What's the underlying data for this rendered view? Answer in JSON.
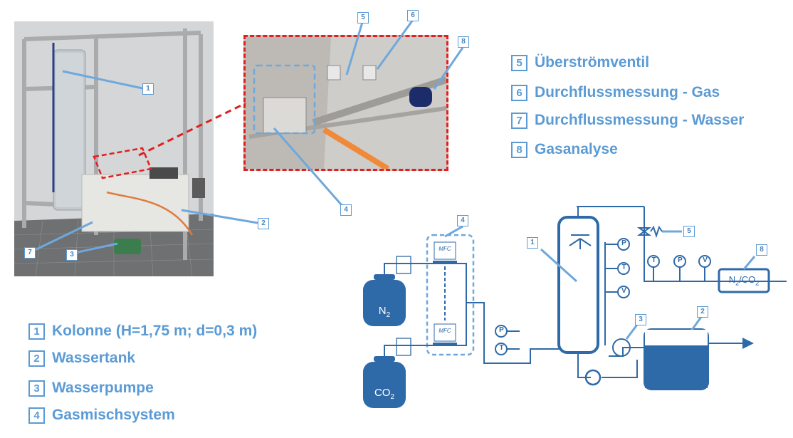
{
  "legend_right": [
    {
      "num": "5",
      "label": "Überströmventil"
    },
    {
      "num": "6",
      "label": "Durchflussmessung - Gas"
    },
    {
      "num": "7",
      "label": "Durchflussmessung - Wasser"
    },
    {
      "num": "8",
      "label": "Gasanalyse"
    }
  ],
  "legend_left": [
    {
      "num": "1",
      "label": "Kolonne (H=1,75 m; d=0,3 m)"
    },
    {
      "num": "2",
      "label": "Wassertank"
    },
    {
      "num": "3",
      "label": "Wasserpumpe"
    },
    {
      "num": "4",
      "label": "Gasmischsystem"
    }
  ],
  "schematic": {
    "mfc_label": "MFC",
    "gas1_label": "N",
    "gas1_sub": "2",
    "gas2_label": "CO",
    "gas2_sub": "2",
    "analyzer_label": "N",
    "analyzer_sub1": "2",
    "analyzer_slash": "/CO",
    "analyzer_sub2": "2",
    "sensor_p": "P",
    "sensor_t": "T",
    "sensor_v": "V"
  },
  "tags": {
    "t1": "1",
    "t2": "2",
    "t3": "3",
    "t4": "4",
    "t5": "5",
    "t6": "6",
    "t7": "7",
    "t8": "8"
  },
  "colors": {
    "accent": "#5b9bd5",
    "pipe": "#2f6aa8",
    "highlight_dash": "#e02020"
  }
}
